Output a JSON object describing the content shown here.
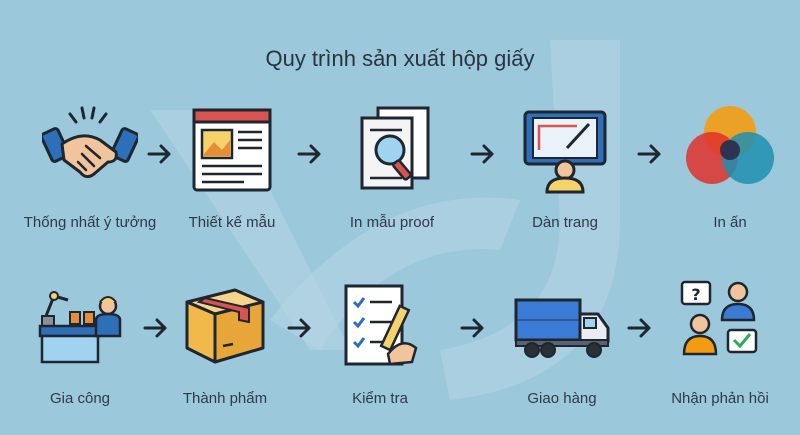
{
  "title": "Quy trình sản xuất hộp giấy",
  "row1": [
    {
      "label": "Thống nhất ý tưởng",
      "icon": "handshake-icon"
    },
    {
      "label": "Thiết kế mẫu",
      "icon": "design-layout-icon"
    },
    {
      "label": "In mẫu proof",
      "icon": "document-magnifier-icon"
    },
    {
      "label": "Dàn trang",
      "icon": "monitor-layout-icon"
    },
    {
      "label": "In ấn",
      "icon": "color-circles-icon"
    }
  ],
  "row2": [
    {
      "label": "Gia công",
      "icon": "factory-worker-icon"
    },
    {
      "label": "Thành phẩm",
      "icon": "box-icon"
    },
    {
      "label": "Kiểm tra",
      "icon": "checklist-icon"
    },
    {
      "label": "Giao hàng",
      "icon": "delivery-truck-icon"
    },
    {
      "label": "Nhận phản hồi",
      "icon": "feedback-people-icon"
    }
  ]
}
